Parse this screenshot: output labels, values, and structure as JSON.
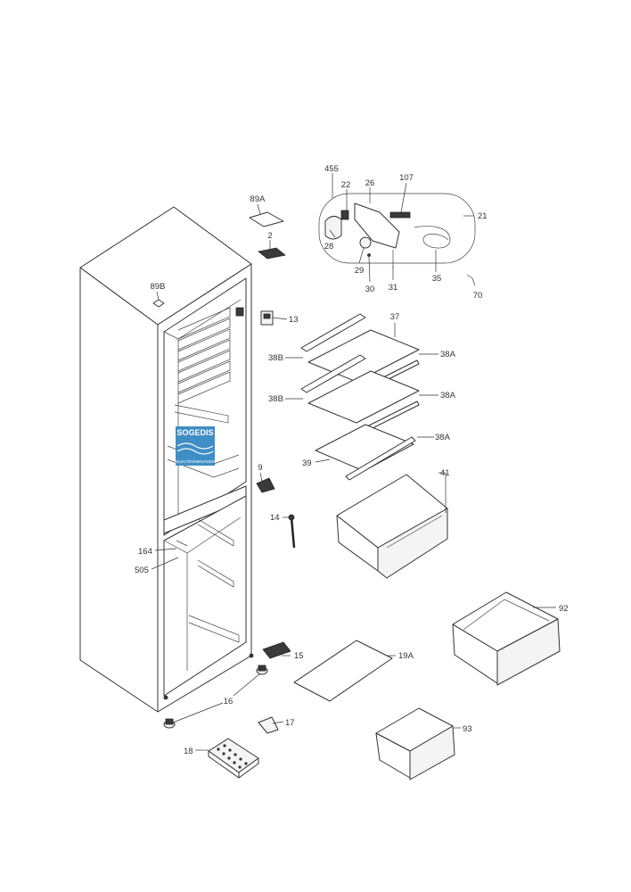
{
  "brand": {
    "logo_text": "SOGEDIS",
    "logo_subtext": "ELECTROMENAGER",
    "logo_color": "#3f8ec5"
  },
  "colors": {
    "line": "#333333",
    "background": "#ffffff"
  },
  "callouts": {
    "c455": "455",
    "c22": "22",
    "c26": "26",
    "c107": "107",
    "c21": "21",
    "c28": "28",
    "c29": "29",
    "c30": "30",
    "c31": "31",
    "c35": "35",
    "c70": "70",
    "c89A": "89A",
    "c2": "2",
    "c89B": "89B",
    "c13": "13",
    "c37": "37",
    "c38B_1": "38B",
    "c38A_1": "38A",
    "c38B_2": "38B",
    "c38A_2": "38A",
    "c38A_3": "38A",
    "c39": "39",
    "c41": "41",
    "c9": "9",
    "c14": "14",
    "c164": "164",
    "c505": "505",
    "c92": "92",
    "c15": "15",
    "c19A": "19A",
    "c16": "16",
    "c17": "17",
    "c93": "93",
    "c18": "18"
  }
}
